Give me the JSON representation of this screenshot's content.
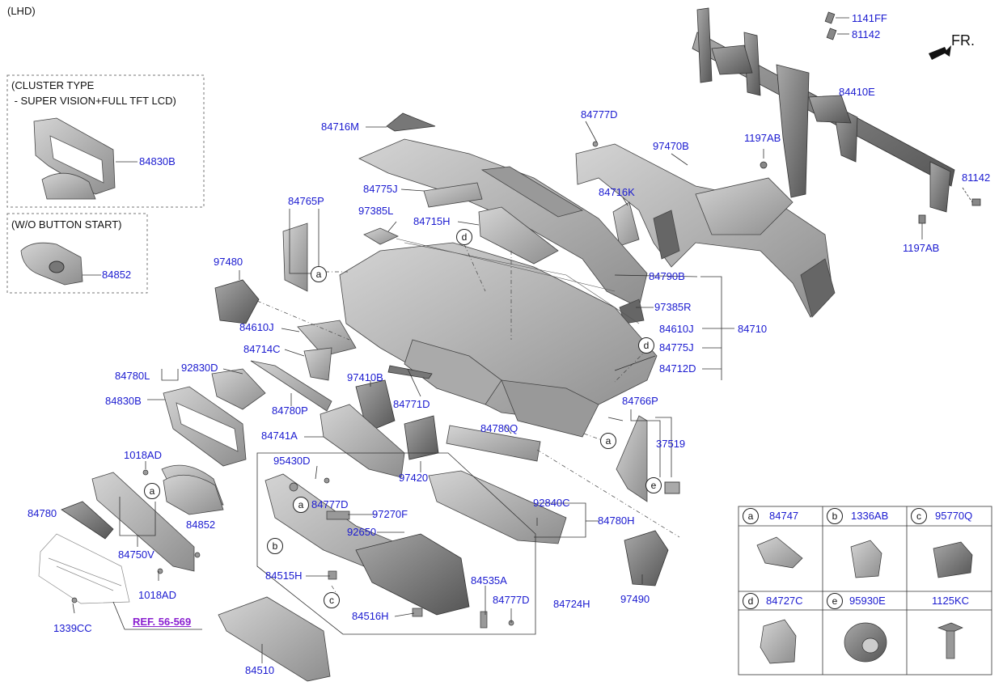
{
  "header": {
    "variant": "(LHD)",
    "direction": "FR."
  },
  "inset_cluster": {
    "line1": "(CLUSTER TYPE",
    "line2": " - SUPER VISION+FULL TFT LCD)",
    "part": "84830B"
  },
  "inset_button": {
    "line1": "(W/O BUTTON START)",
    "part": "84852"
  },
  "parts": {
    "p1141FF": "1141FF",
    "p81142a": "81142",
    "p84410E": "84410E",
    "p1197ABa": "1197AB",
    "p81142b": "81142",
    "p1197ABb": "1197AB",
    "p84777Da": "84777D",
    "p97470B": "97470B",
    "p84716K": "84716K",
    "p84716M": "84716M",
    "p84775Ja": "84775J",
    "p97385L": "97385L",
    "p84715H": "84715H",
    "p84765P": "84765P",
    "p97480": "97480",
    "p84790B": "84790B",
    "p97385R": "97385R",
    "p84610Ja": "84610J",
    "p84610Jb": "84610J",
    "p84710": "84710",
    "p84775Jb": "84775J",
    "p84714C": "84714C",
    "p84712D": "84712D",
    "p84780L": "84780L",
    "p92830D": "92830D",
    "p97410B": "97410B",
    "p84830B": "84830B",
    "p84780P": "84780P",
    "p84771D": "84771D",
    "p84766P": "84766P",
    "p84741A": "84741A",
    "p84780Q": "84780Q",
    "p37519": "37519",
    "p1018ADa": "1018AD",
    "p95430D": "95430D",
    "p97420": "97420",
    "p84777Db": "84777D",
    "p92840C": "92840C",
    "p84780": "84780",
    "p84852": "84852",
    "p97270F": "97270F",
    "p84780H": "84780H",
    "p92650": "92650",
    "p84750V": "84750V",
    "p84515H": "84515H",
    "p84535A": "84535A",
    "p1018ADb": "1018AD",
    "p84777Dc": "84777D",
    "p84724H": "84724H",
    "p97490": "97490",
    "p1339CC": "1339CC",
    "p84516H": "84516H",
    "p84510": "84510"
  },
  "reference": "REF. 56-569",
  "legend": [
    {
      "letter": "a",
      "part": "84747"
    },
    {
      "letter": "b",
      "part": "1336AB"
    },
    {
      "letter": "c",
      "part": "95770Q"
    },
    {
      "letter": "d",
      "part": "84727C"
    },
    {
      "letter": "e",
      "part": "95930E"
    },
    {
      "letter": "",
      "part": "1125KC"
    }
  ],
  "callouts": [
    "a",
    "a",
    "a",
    "b",
    "c",
    "d",
    "d",
    "e"
  ]
}
